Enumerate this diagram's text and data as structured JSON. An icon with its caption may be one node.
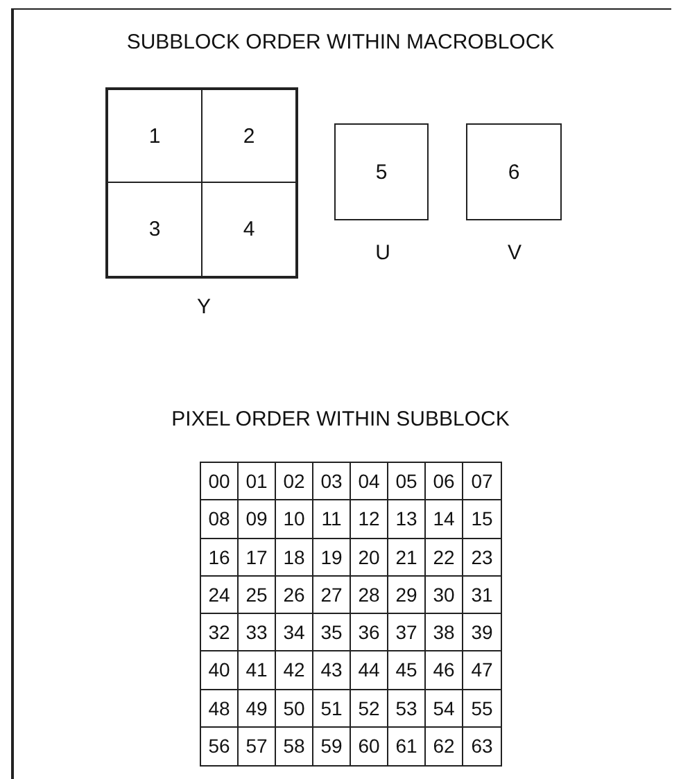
{
  "diagram": {
    "title": "SUBBLOCK ORDER WITHIN MACROBLOCK",
    "nodes": [
      {
        "text": [],
        "shape": "box",
        "beside": [
          "Y"
        ]
      },
      {
        "text": [
          "1"
        ],
        "in": 0
      },
      {
        "text": [
          "2"
        ],
        "in": 0
      },
      {
        "text": [
          "3"
        ],
        "in": 0
      },
      {
        "text": [
          "4"
        ],
        "in": 0
      },
      {
        "text": [
          "5"
        ],
        "beside": [
          "U"
        ]
      },
      {
        "text": [
          "6"
        ],
        "beside": [
          "V"
        ]
      }
    ],
    "edges": [],
    "labels": [
      "PIXEL ORDER WITHIN SUBBLOCK",
      "00",
      "01",
      "02",
      "03",
      "04",
      "05",
      "06",
      "07",
      "08",
      "09",
      "10",
      "11",
      "12",
      "13",
      "14",
      "15",
      "16",
      "17",
      "18",
      "19",
      "20",
      "21",
      "22",
      "23",
      "24",
      "25",
      "26",
      "27",
      "28",
      "29",
      "30",
      "31",
      "32",
      "33",
      "34",
      "35",
      "36",
      "37",
      "38",
      "39",
      "40",
      "41",
      "42",
      "43",
      "44",
      "45",
      "46",
      "47",
      "48",
      "49",
      "50",
      "51",
      "52",
      "53",
      "54",
      "55",
      "56",
      "57",
      "58",
      "59",
      "60",
      "61",
      "62",
      "63"
    ]
  }
}
